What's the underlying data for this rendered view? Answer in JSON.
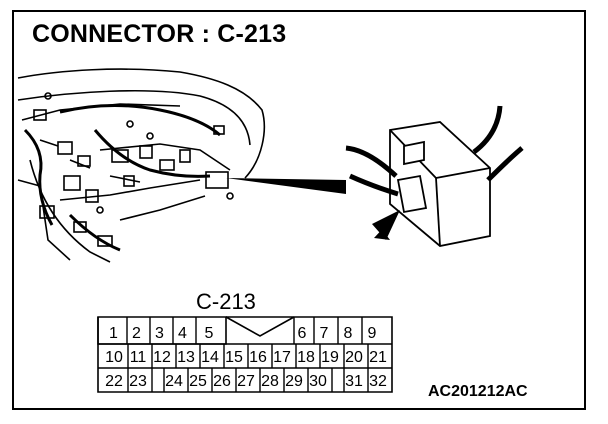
{
  "header": {
    "title": "CONNECTOR : C-213"
  },
  "pinout": {
    "connector_label": "C-213",
    "rows": [
      [
        "1",
        "2",
        "3",
        "4",
        "5",
        "",
        "6",
        "7",
        "8",
        "9"
      ],
      [
        "10",
        "11",
        "12",
        "13",
        "14",
        "15",
        "16",
        "17",
        "18",
        "19",
        "20",
        "21"
      ],
      [
        "22",
        "23",
        "",
        "24",
        "25",
        "26",
        "27",
        "28",
        "29",
        "30",
        "",
        "31",
        "32"
      ]
    ]
  },
  "footer": {
    "figure_code": "AC201212AC"
  }
}
